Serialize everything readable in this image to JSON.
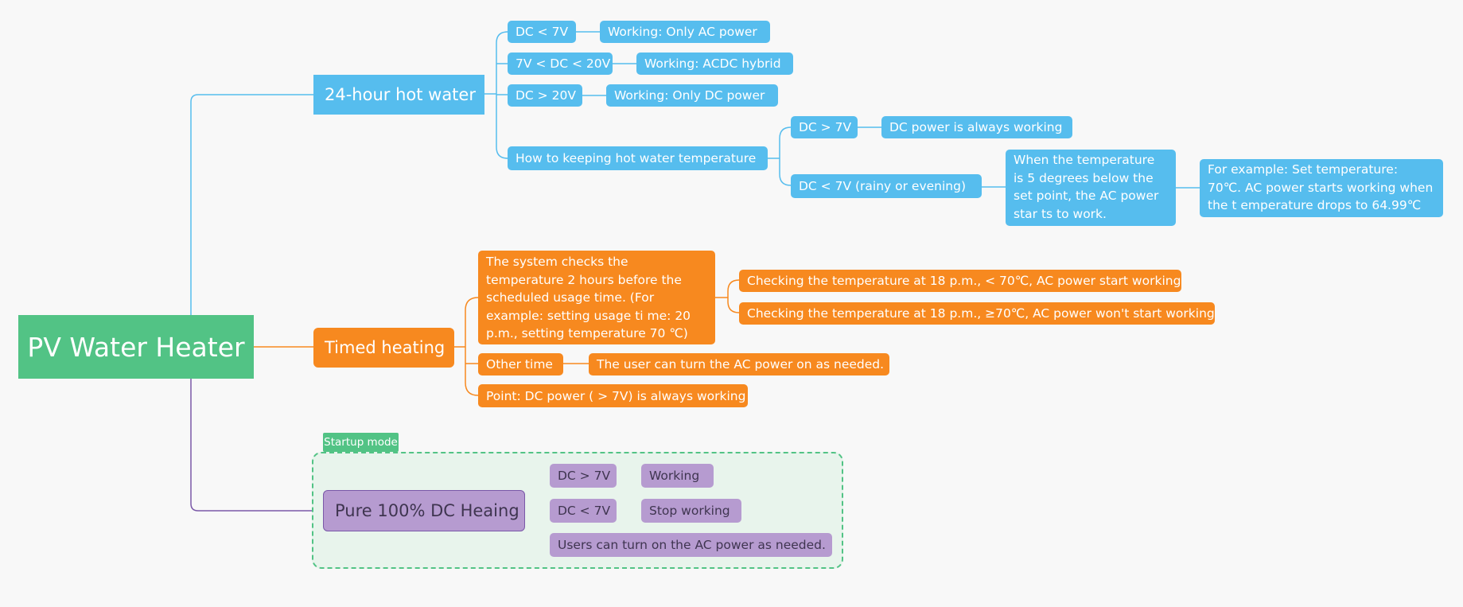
{
  "root": {
    "label": "PV Water Heater"
  },
  "hot_water": {
    "label": "24-hour hot water",
    "dc_lt_7": "DC < 7V",
    "dc_lt_7_result": "Working: Only AC power",
    "dc_7_20": "7V < DC < 20V",
    "dc_7_20_result": "Working: ACDC hybrid",
    "dc_gt_20": "DC > 20V",
    "dc_gt_20_result": "Working: Only DC power",
    "keep_temp": "How to keeping hot water temperature",
    "keep_dc_gt_7": "DC > 7V",
    "keep_dc_gt_7_result": "DC power is always working",
    "keep_dc_lt_7": "DC < 7V  (rainy or evening)",
    "keep_dc_lt_7_result": "When the temperature is 5 degrees below the set point, the AC power star ts to work.",
    "keep_example": "For example: Set temperature: 70℃. AC power starts working when the t emperature drops to 64.99℃"
  },
  "timed": {
    "label": "Timed heating",
    "check": "The system checks the temperature 2 hours before the scheduled usage time. (For example: setting usage ti me: 20 p.m., setting temperature 70 ℃)",
    "check_lt": "Checking the temperature at 18 p.m.,  < 70℃, AC power start working",
    "check_ge": "Checking the temperature at 18 p.m., ≥70℃, AC power won't start working",
    "other": "Other time",
    "other_result": "The user can turn the AC power on as needed.",
    "point": "Point: DC power ( > 7V) is always working"
  },
  "startup": {
    "tag": "Startup mode",
    "label": "Pure 100% DC Heaing",
    "dc_gt_7": "DC > 7V",
    "dc_gt_7_result": "Working",
    "dc_lt_7": "DC < 7V",
    "dc_lt_7_result": "Stop working",
    "users": "Users can turn on the AC power as needed."
  },
  "colors": {
    "root": "#52c385",
    "blue": "#56bdee",
    "orange": "#f7891f",
    "purple": "#b69bd0",
    "purple_line": "#7a58a8"
  }
}
